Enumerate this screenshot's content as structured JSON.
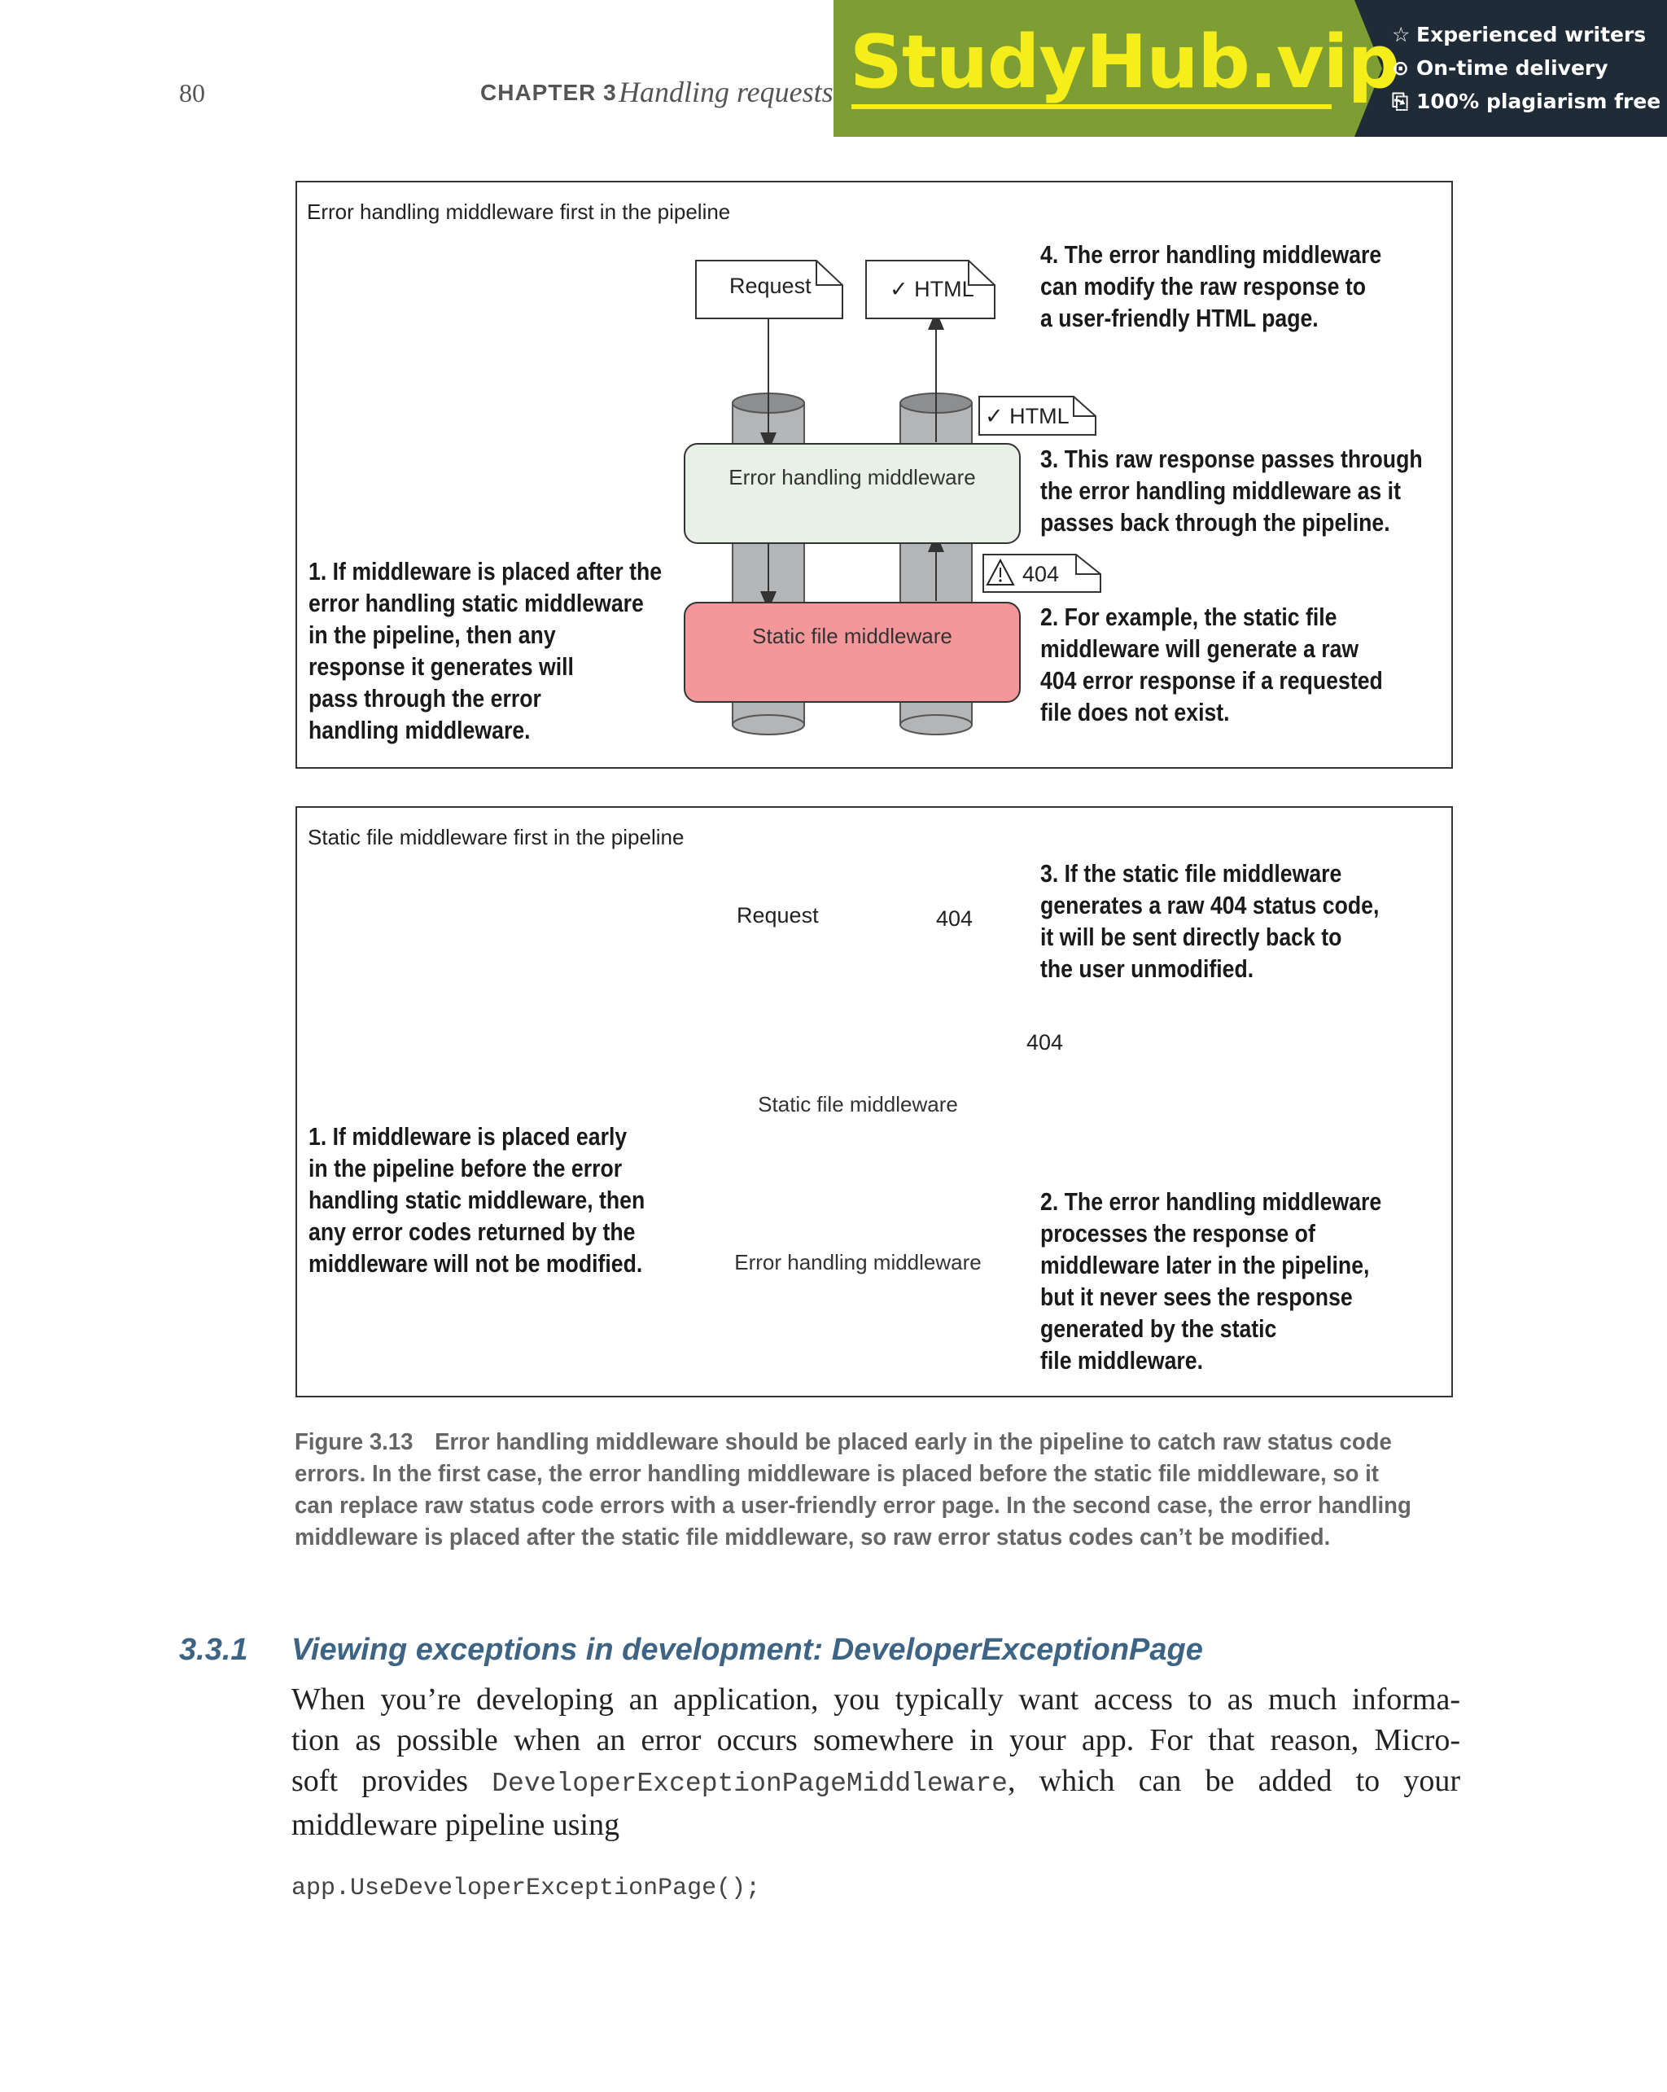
{
  "header": {
    "page_number": "80",
    "chapter": "CHAPTER 3",
    "chapter_title": "Handling requests"
  },
  "banner": {
    "brand": "StudyHub.vip",
    "perks": [
      "Experienced writers",
      "On-time delivery",
      "100% plagiarism free"
    ],
    "icons": [
      "star-icon",
      "clock-icon",
      "document-icon"
    ],
    "colors": {
      "brand_bg": "#7e9d33",
      "brand_text": "#f6ee1a",
      "dark_bg": "#1f2b36"
    }
  },
  "diagram1": {
    "title": "Error handling middleware first in the pipeline",
    "request_label": "Request",
    "response_label": "✓ HTML",
    "response_mid_label": "✓ HTML",
    "raw_label": "404",
    "top_box": "Error handling middleware",
    "bottom_box": "Static file middleware",
    "note1": [
      "1. If middleware is placed after the",
      "error handling static middleware",
      "in the pipeline, then any",
      "response it generates will",
      "pass through the error",
      "handling middleware."
    ],
    "note2": [
      "2. For example, the static file",
      "middleware will generate a raw",
      "404 error response if a requested",
      "file does not exist."
    ],
    "note3": [
      "3. This raw response passes through",
      "the error handling middleware as it",
      "passes back through the pipeline."
    ],
    "note4": [
      "4. The error handling middleware",
      "can modify the raw response to",
      "a user-friendly HTML page."
    ]
  },
  "diagram2": {
    "title": "Static file middleware first in the pipeline",
    "request_label": "Request",
    "response_label": "404",
    "raw_label": "404",
    "top_box": "Static file middleware",
    "bottom_box": "Error handling middleware",
    "note1": [
      "1. If middleware is placed early",
      "in the pipeline before the error",
      "handling static middleware, then",
      "any error codes returned by the",
      "middleware will not be modified."
    ],
    "note2": [
      "2. The error handling middleware",
      "processes the response of",
      "middleware later in the pipeline,",
      "but it never sees the response",
      "generated by the static",
      "file middleware."
    ],
    "note3": [
      "3. If the static file middleware",
      "generates a raw 404 status code,",
      "it will be sent directly back to",
      "the user unmodified."
    ]
  },
  "caption": {
    "label": "Figure 3.13",
    "lines": [
      "Error handling middleware should be placed early in the pipeline to catch raw status code",
      "errors. In the first case, the error handling middleware is placed before the static file middleware, so it",
      "can replace raw status code errors with a user-friendly error page. In the second case, the error handling",
      "middleware is placed after the static file middleware, so raw error status codes can’t be modified."
    ]
  },
  "section": {
    "number": "3.3.1",
    "title": "Viewing exceptions in development: DeveloperExceptionPage",
    "line1": "When you’re developing an application, you typically want access to as much informa-",
    "line2": "tion as possible when an error occurs somewhere in your app. For that reason, Micro-",
    "line3_start": "soft provides",
    "line3_code": "DeveloperExceptionPageMiddleware",
    "line3_end": ", which can be added to your",
    "line4": "middleware pipeline using",
    "code": "app.UseDeveloperExceptionPage();"
  },
  "colors": {
    "green_box": "#e8f1e6",
    "red_box": "#f4979b",
    "pipe_gray": "#b3b5b7",
    "section_blue": "#3d6484"
  }
}
